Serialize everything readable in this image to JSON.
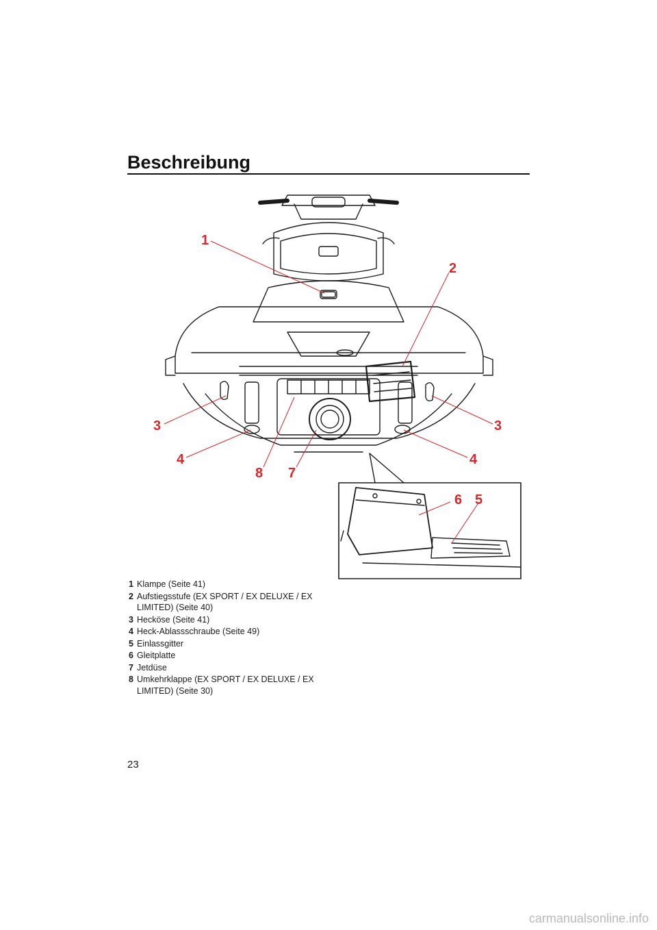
{
  "header": {
    "title": "Beschreibung"
  },
  "figure": {
    "callouts": [
      "1",
      "2",
      "3",
      "3",
      "4",
      "4",
      "8",
      "7",
      "6",
      "5"
    ],
    "callout_color": "#d8262a"
  },
  "legend": [
    {
      "num": "1",
      "text": "Klampe (Seite 41)"
    },
    {
      "num": "2",
      "text": "Aufstiegsstufe (EX SPORT / EX DELUXE / EX LIMITED)  (Seite 40)"
    },
    {
      "num": "3",
      "text": "Hecköse (Seite 41)"
    },
    {
      "num": "4",
      "text": "Heck-Ablassschraube (Seite 49)"
    },
    {
      "num": "5",
      "text": "Einlassgitter"
    },
    {
      "num": "6",
      "text": "Gleitplatte"
    },
    {
      "num": "7",
      "text": "Jetdüse"
    },
    {
      "num": "8",
      "text": "Umkehrklappe (EX SPORT / EX DELUXE / EX LIMITED) (Seite 30)"
    }
  ],
  "footer": {
    "page_number": "23",
    "watermark": "carmanualsonline.info"
  }
}
